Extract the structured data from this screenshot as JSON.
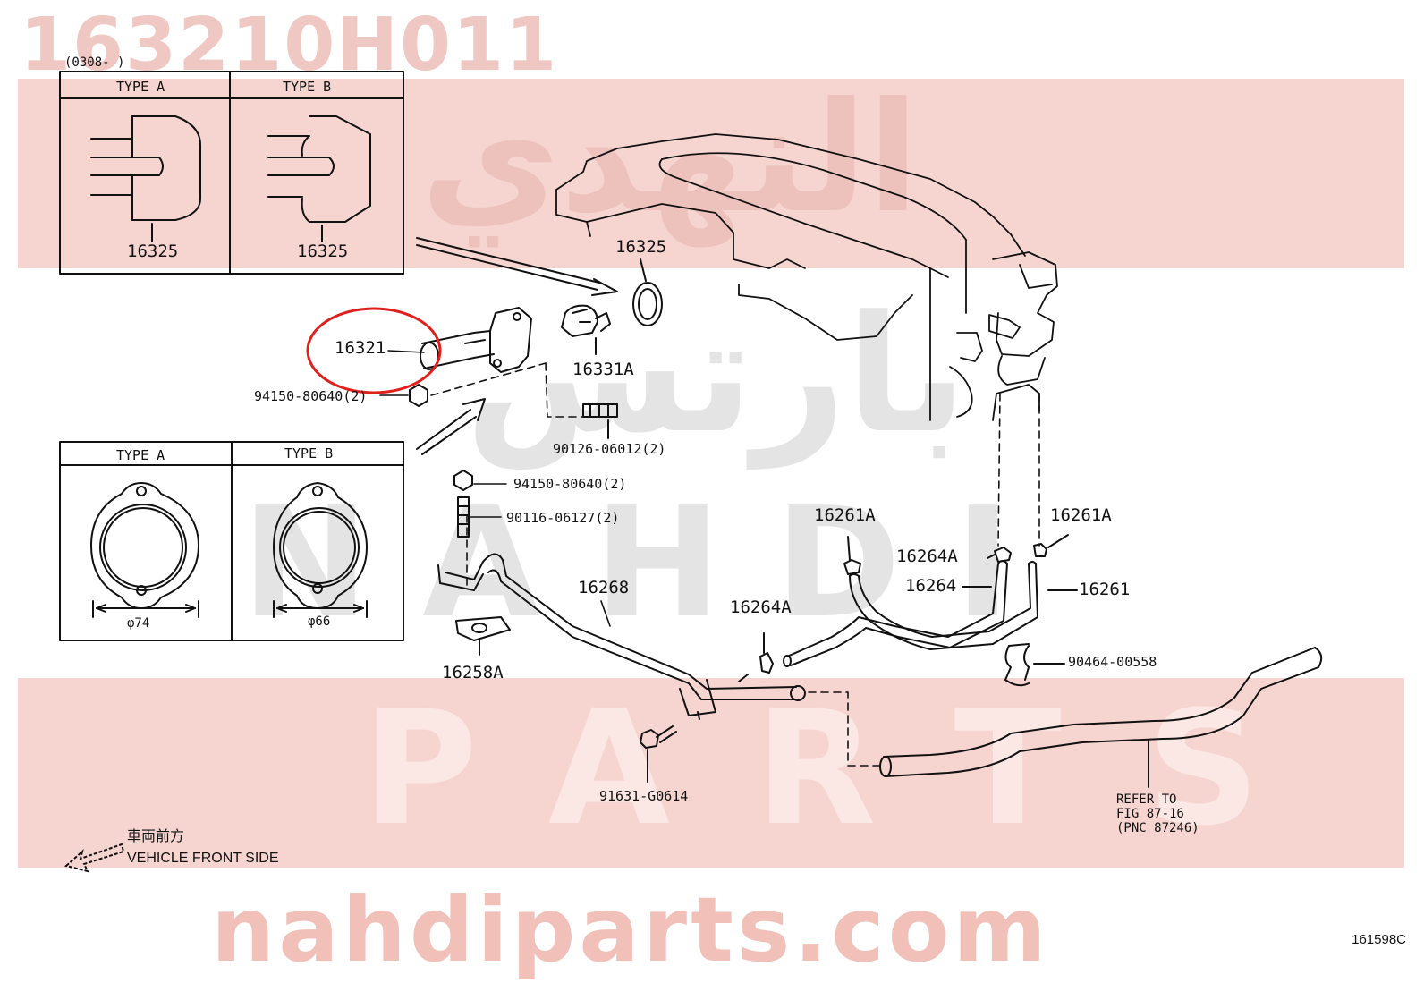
{
  "title": "163210H011",
  "watermark": {
    "arabic_top": "النهدي",
    "arabic_mid": "بارتس",
    "latin_mid": "NAHDI",
    "latin_bottom": "PARTS",
    "site": "nahdiparts.com",
    "band_color": "#f3c9c4",
    "text_color": "#f0c0b9"
  },
  "inset_top": {
    "date_range": "(0308-      )",
    "type_a": "TYPE A",
    "type_b": "TYPE B",
    "part_a": "16325",
    "part_b": "16325"
  },
  "inset_bottom": {
    "type_a": "TYPE A",
    "type_b": "TYPE B",
    "dim_a": "φ74",
    "dim_b": "φ66"
  },
  "parts": {
    "p16325": "16325",
    "p16321": "16321",
    "p16331A": "16331A",
    "p94150_top": "94150-80640(2)",
    "p90126": "90126-06012(2)",
    "p94150_mid": "94150-80640(2)",
    "p90116": "90116-06127(2)",
    "p16268": "16268",
    "p16258A": "16258A",
    "p16264A_left": "16264A",
    "p16261A_left": "16261A",
    "p16264A_mid": "16264A",
    "p16264": "16264",
    "p16261A_right": "16261A",
    "p16261": "16261",
    "p90464": "90464-00558",
    "p91631": "91631-G0614"
  },
  "refer_note": "REFER TO\nFIG 87-16\n(PNC 87246)",
  "front_note": {
    "japanese": "車両前方",
    "english": "VEHICLE FRONT SIDE",
    "arrow_icon": "front-arrow-icon"
  },
  "highlight_color": "#e0201c",
  "diagram_code": "161598C"
}
